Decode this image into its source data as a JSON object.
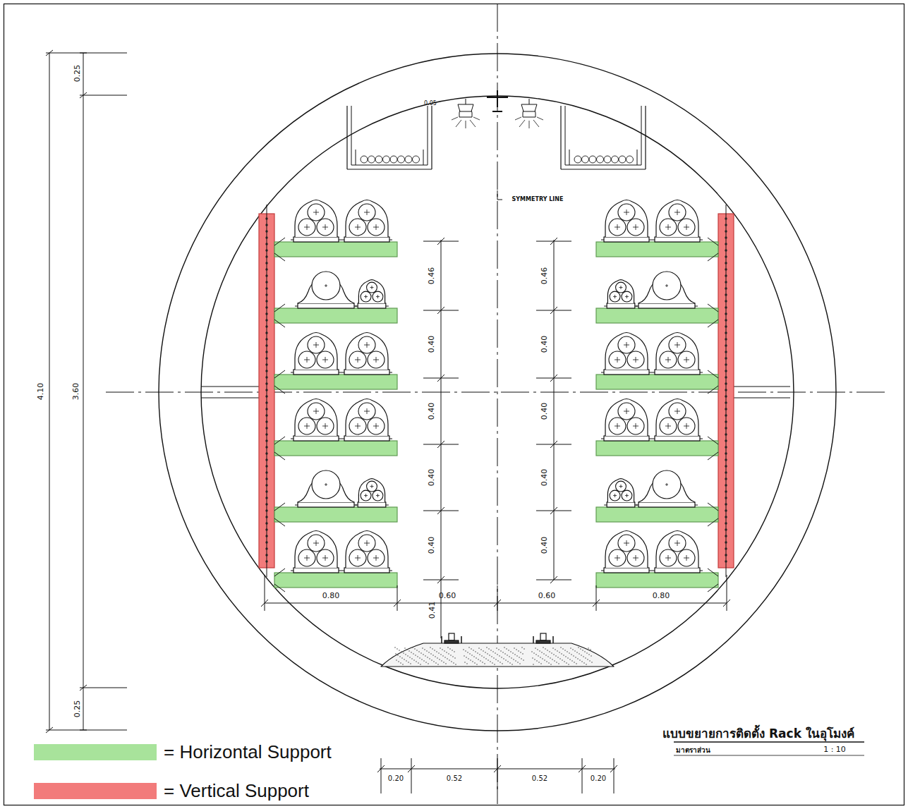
{
  "diagram": {
    "labels": [
      "0.25",
      "4.10",
      "3.60",
      "0.25",
      "0.05",
      "SYMMETRY LINE",
      "0.46",
      "0.40",
      "0.40",
      "0.40",
      "0.40",
      "0.46",
      "0.40",
      "0.40",
      "0.40",
      "0.40",
      "0.41",
      "0.80",
      "0.60",
      "0.60",
      "0.80",
      "0.20",
      "0.52",
      "0.52",
      "0.20",
      "แบบขยายการติดตั้ง Rack ในอุโมงค์",
      "มาตราส่วน",
      "1 : 10"
    ],
    "legend": [
      {
        "text": "= Horizontal Support",
        "color": "#a8e39b"
      },
      {
        "text": "= Vertical Support",
        "color": "#f27b7b"
      }
    ]
  }
}
